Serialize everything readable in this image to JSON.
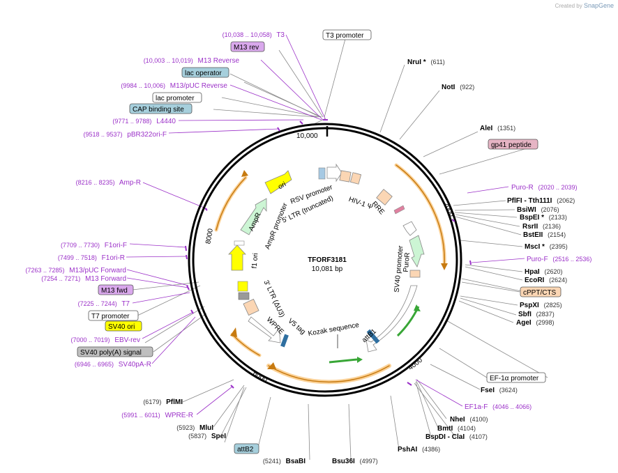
{
  "credit": {
    "prefix": "Created by",
    "brand": "SnapGene"
  },
  "plasmid": {
    "name": "TFORF3181",
    "length": "10,081 bp"
  },
  "ticks": [
    "10,000",
    "2000",
    "4000",
    "6000",
    "8000"
  ],
  "colors": {
    "ring": "#000000",
    "site_line": "#888888",
    "primer": "#9b30c8",
    "orange": "#f7a531",
    "green": "#38a636",
    "yellow": "#ffff00",
    "peach": "#fbd6b4"
  },
  "right_sites": [
    {
      "name": "NruI *",
      "pos": "(611)"
    },
    {
      "name": "NotI",
      "pos": "(922)"
    },
    {
      "name": "AleI",
      "pos": "(1351)"
    },
    {
      "name": "PflFI - Tth111I",
      "pos": "(2062)"
    },
    {
      "name": "BsiWI",
      "pos": "(2076)"
    },
    {
      "name": "BspEI *",
      "pos": "(2133)"
    },
    {
      "name": "RsrII",
      "pos": "(2136)"
    },
    {
      "name": "BstEII",
      "pos": "(2154)"
    },
    {
      "name": "MscI *",
      "pos": "(2395)"
    },
    {
      "name": "HpaI",
      "pos": "(2620)"
    },
    {
      "name": "EcoRI",
      "pos": "(2624)"
    },
    {
      "name": "PspXI",
      "pos": "(2825)"
    },
    {
      "name": "SbfI",
      "pos": "(2837)"
    },
    {
      "name": "AgeI",
      "pos": "(2998)"
    },
    {
      "name": "FseI",
      "pos": "(3624)"
    },
    {
      "name": "NheI",
      "pos": "(4100)"
    },
    {
      "name": "BmtI",
      "pos": "(4104)"
    },
    {
      "name": "BspDI - ClaI",
      "pos": "(4107)"
    },
    {
      "name": "PshAI",
      "pos": "(4386)"
    },
    {
      "name": "Bsu36I",
      "pos": "(4997)"
    }
  ],
  "left_sites": [
    {
      "name": "BsaBI",
      "pos": "(5241)"
    },
    {
      "name": "SpeI",
      "pos": "(5837)"
    },
    {
      "name": "MluI",
      "pos": "(5923)"
    },
    {
      "name": "PflMI",
      "pos": "(6179)"
    }
  ],
  "primers": [
    {
      "name": "T3",
      "pos": "(10,038 .. 10,058)"
    },
    {
      "name": "M13 Reverse",
      "pos": "(10,003 .. 10,019)"
    },
    {
      "name": "M13/pUC Reverse",
      "pos": "(9984 .. 10,006)"
    },
    {
      "name": "L4440",
      "pos": "(9771 .. 9788)"
    },
    {
      "name": "pBR322ori-F",
      "pos": "(9518 .. 9537)"
    },
    {
      "name": "Amp-R",
      "pos": "(8216 .. 8235)"
    },
    {
      "name": "F1ori-F",
      "pos": "(7709 .. 7730)"
    },
    {
      "name": "F1ori-R",
      "pos": "(7499 .. 7518)"
    },
    {
      "name": "M13/pUC Forward",
      "pos": "(7263 .. 7285)"
    },
    {
      "name": "M13 Forward",
      "pos": "(7254 .. 7271)"
    },
    {
      "name": "T7",
      "pos": "(7225 .. 7244)"
    },
    {
      "name": "EBV-rev",
      "pos": "(7000 .. 7019)"
    },
    {
      "name": "SV40pA-R",
      "pos": "(6946 .. 6965)"
    },
    {
      "name": "WPRE-R",
      "pos": "(5991 .. 6011)"
    },
    {
      "name": "Puro-R",
      "pos": "(2020 .. 2039)"
    },
    {
      "name": "Puro-F",
      "pos": "(2516 .. 2536)"
    },
    {
      "name": "EF1a-F",
      "pos": "(4046 .. 4066)"
    }
  ],
  "boxes": {
    "t3_promoter": "T3 promoter",
    "m13_rev": "M13 rev",
    "lac_operator": "lac operator",
    "lac_promoter": "lac promoter",
    "cap_site": "CAP binding site",
    "gp41": "gp41 peptide",
    "cppt": "cPPT/CTS",
    "ef1a": "EF-1α promoter",
    "m13_fwd": "M13 fwd",
    "t7_promoter": "T7 promoter",
    "sv40_ori": "SV40 ori",
    "sv40_polya": "SV40 poly(A) signal",
    "attb2": "attB2"
  },
  "features": {
    "ori": "ori",
    "rsv": "RSV promoter",
    "ltr5": "5' LTR (truncated)",
    "hiv": "HIV-1 Ψ",
    "rre": "RRE",
    "ampr": "AmpR",
    "amprp": "AmpR promoter",
    "f1ori": "f1 ori",
    "ltr3": "3' LTR (ΔU3)",
    "wpre": "WPRE",
    "v5": "V5 tag",
    "kozak": "Kozak sequence",
    "attb1": "attB1",
    "sv40p": "SV40 promoter",
    "puro": "PuroR"
  }
}
